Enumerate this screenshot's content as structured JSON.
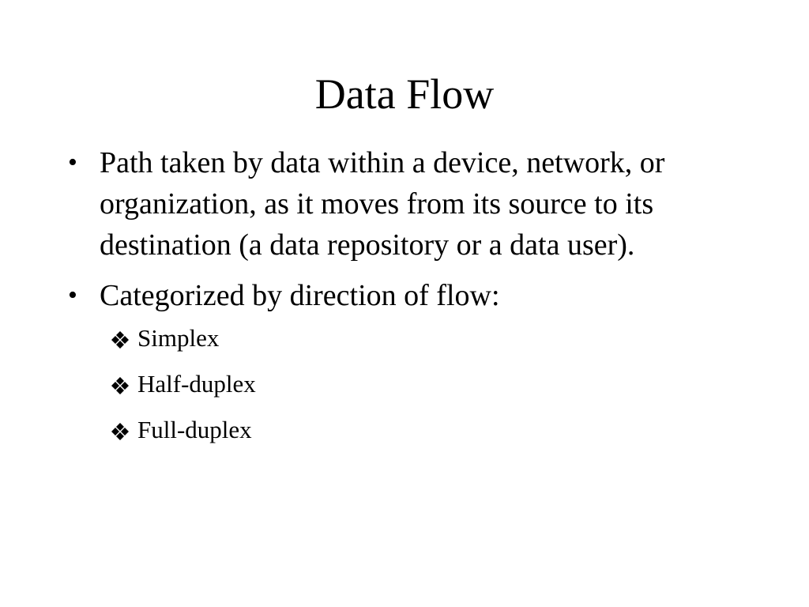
{
  "slide": {
    "title": "Data Flow",
    "bullets": [
      {
        "marker": "•",
        "text": "Path taken by data within a device, network, or organization, as it moves from its source to its destination (a data repository or a data user)."
      },
      {
        "marker": "•",
        "text": "Categorized by direction of flow:"
      }
    ],
    "sub_bullets": [
      {
        "icon": "diamond-cluster-icon",
        "text": "Simplex"
      },
      {
        "icon": "diamond-cluster-icon",
        "text": "Half-duplex"
      },
      {
        "icon": "diamond-cluster-icon",
        "text": "Full-duplex"
      }
    ]
  }
}
